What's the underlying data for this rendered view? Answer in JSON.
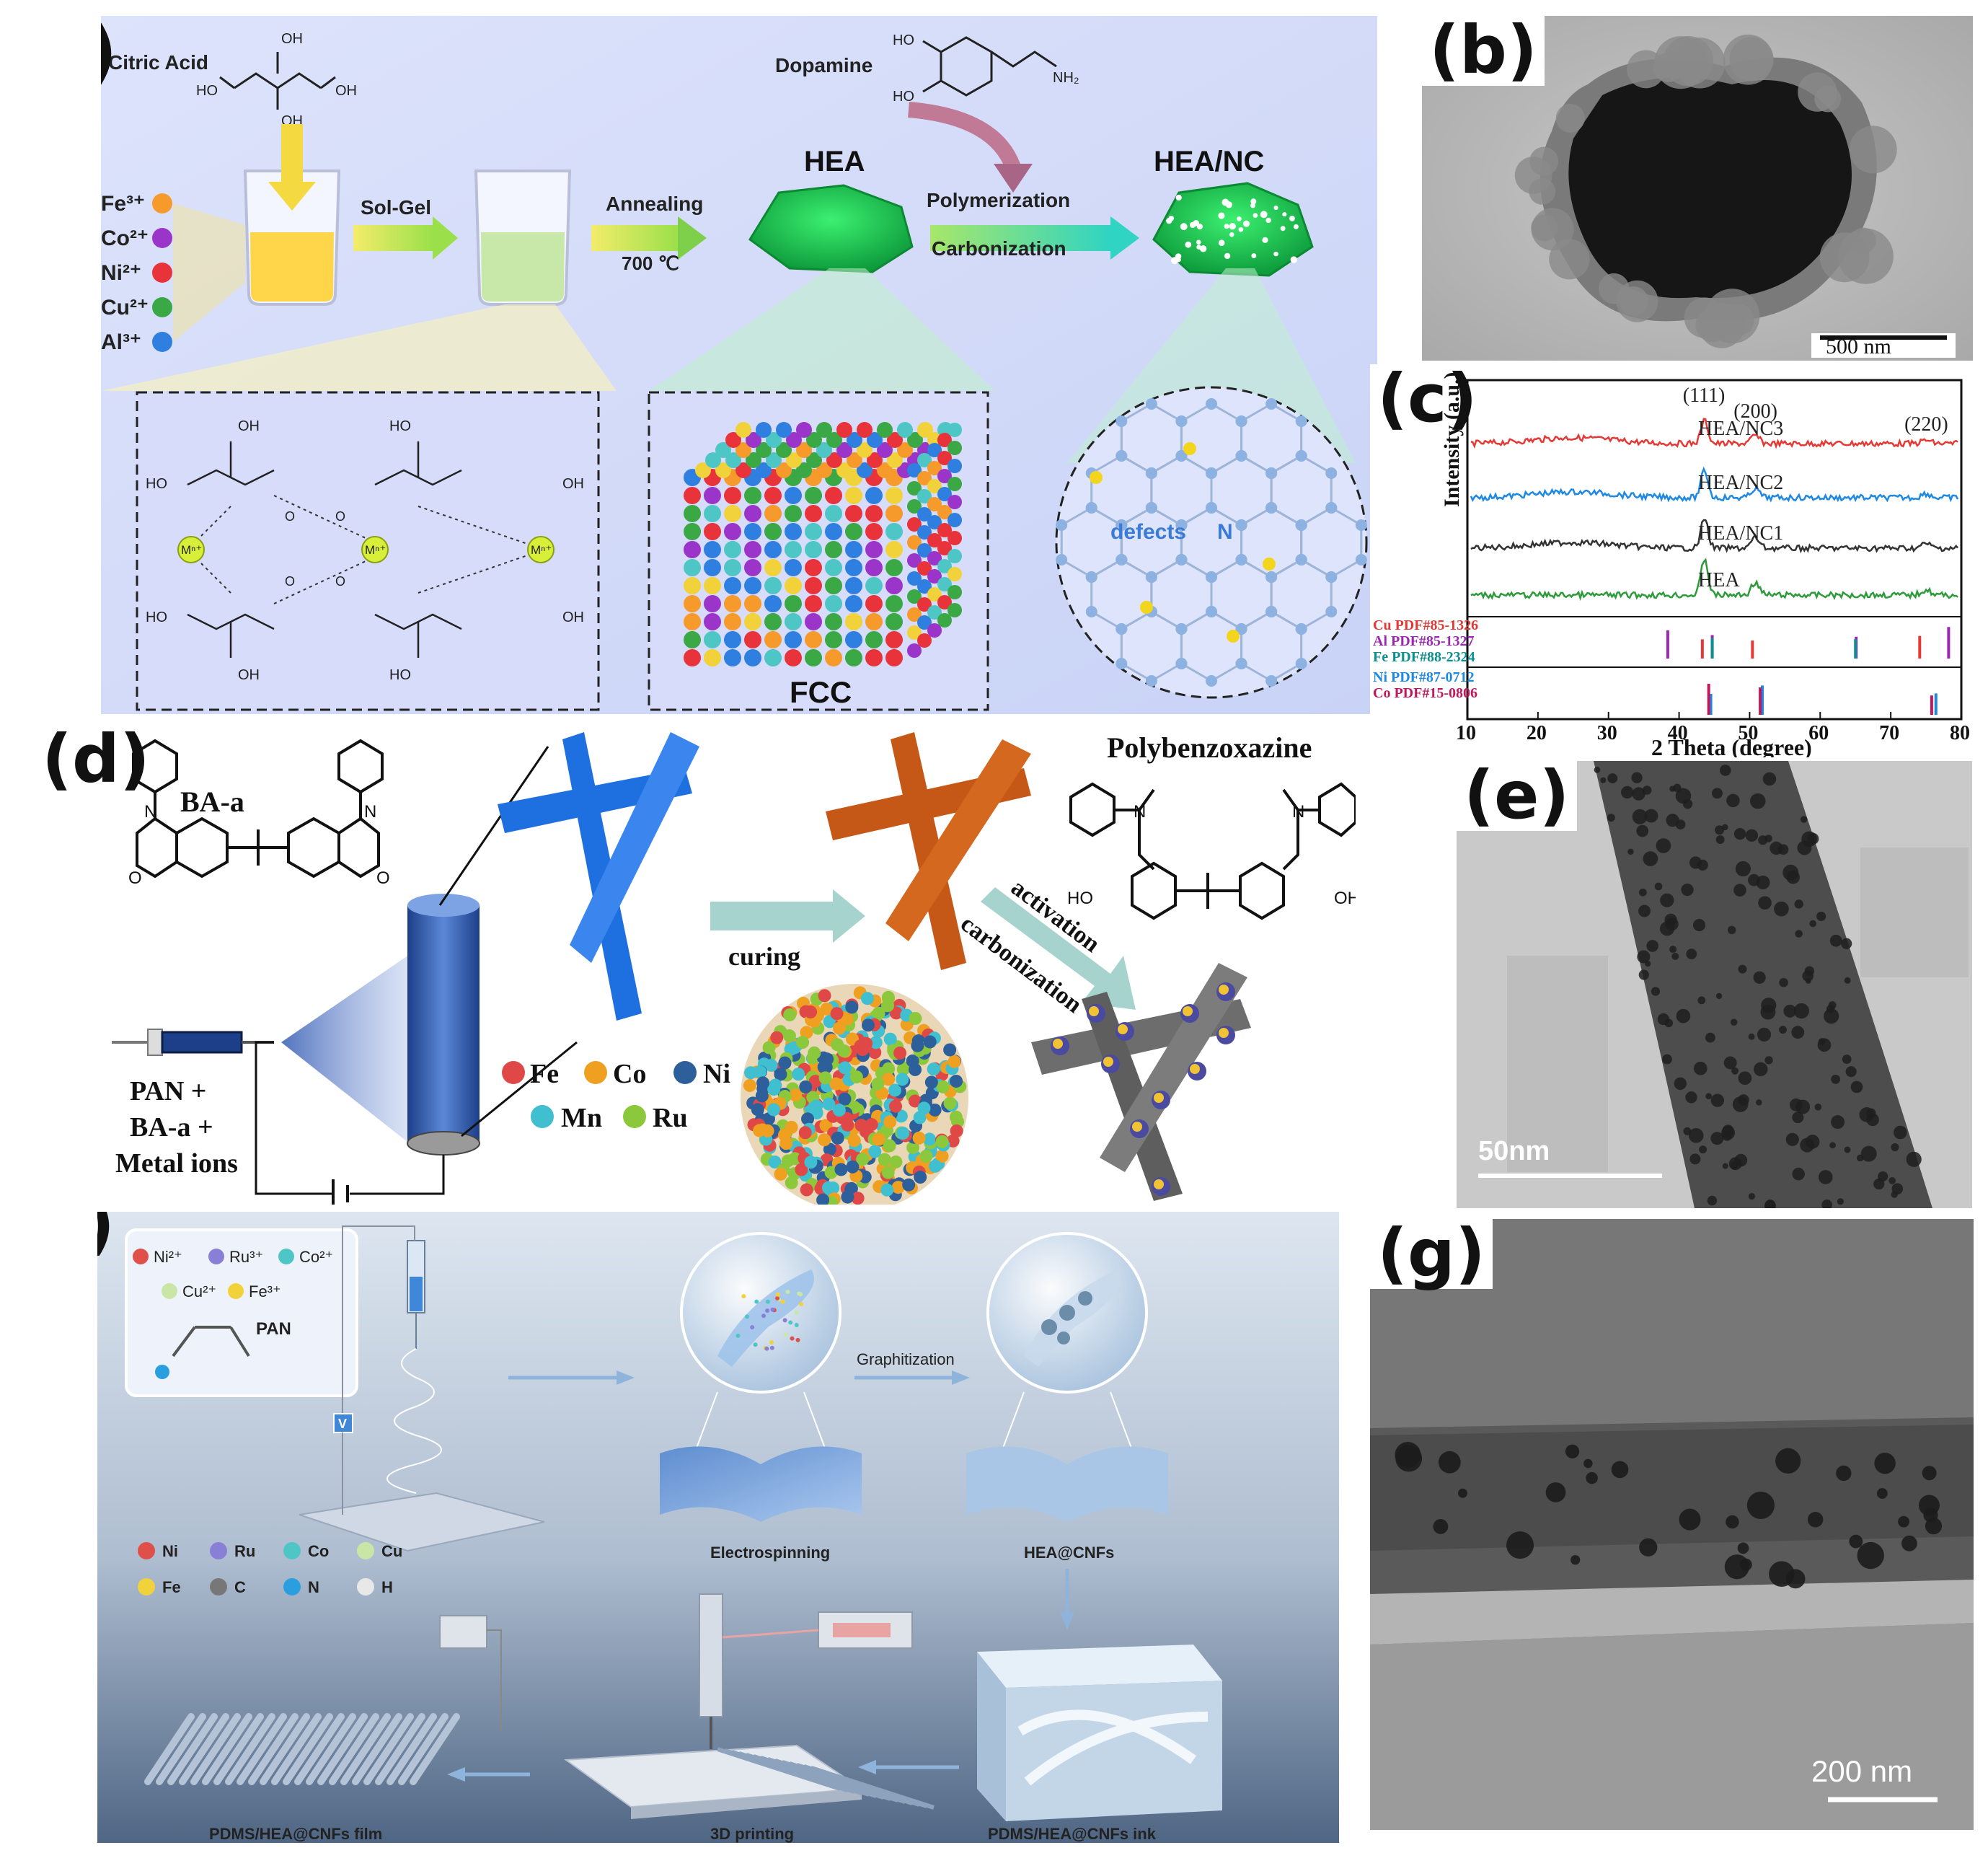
{
  "panels": {
    "a": {
      "label": "(a)",
      "citric_acid": "Citric Acid",
      "dopamine": "Dopamine",
      "ions": [
        "Fe³⁺",
        "Co²⁺",
        "Ni²⁺",
        "Cu²⁺",
        "Al³⁺"
      ],
      "ion_colors": [
        "#f59a2b",
        "#9b35c9",
        "#e8333a",
        "#3aa845",
        "#2f7fe0"
      ],
      "sol_gel": "Sol-Gel",
      "annealing": "Annealing",
      "temp": "700 ℃",
      "hea": "HEA",
      "hea_nc": "HEA/NC",
      "polymerization": "Polymerization",
      "carbonization": "Carbonization",
      "fcc": "FCC",
      "defects": "defects",
      "n_label": "N",
      "mn": "Mⁿ⁺",
      "oh": "OH",
      "ho": "HO",
      "o": "O",
      "nh2": "NH₂"
    },
    "b": {
      "label": "(b)",
      "scale": "500 nm"
    },
    "c": {
      "label": "(c)",
      "chart_data": {
        "type": "line",
        "xlabel": "2 Theta (degree)",
        "ylabel": "Intensity (a.u.)",
        "xlim": [
          10,
          80
        ],
        "xticks": [
          10,
          20,
          30,
          40,
          50,
          60,
          70,
          80
        ],
        "peak_labels": [
          {
            "text": "(111)",
            "x": 43.6
          },
          {
            "text": "(200)",
            "x": 50.8
          },
          {
            "text": "(220)",
            "x": 75.0
          }
        ],
        "series": [
          {
            "name": "HEA/NC3",
            "color": "#e53935"
          },
          {
            "name": "HEA/NC2",
            "color": "#1e88e5"
          },
          {
            "name": "HEA/NC1",
            "color": "#333333"
          },
          {
            "name": "HEA",
            "color": "#2e9b3b"
          }
        ],
        "references": [
          {
            "name": "Cu PDF#85-1326",
            "color": "#e53935",
            "positions": [
              43.3,
              50.4,
              74.1
            ]
          },
          {
            "name": "Al PDF#85-1327",
            "color": "#9c27b0",
            "positions": [
              38.4,
              44.7,
              65.1,
              78.2
            ]
          },
          {
            "name": "Fe PDF#88-2324",
            "color": "#0b8f8f",
            "positions": [
              44.7,
              65.0
            ]
          },
          {
            "name": "Ni PDF#87-0712",
            "color": "#1e88e5",
            "positions": [
              44.5,
              51.8,
              76.4
            ]
          },
          {
            "name": "Co PDF#15-0806",
            "color": "#c2185b",
            "positions": [
              44.2,
              51.5,
              75.8
            ]
          }
        ]
      }
    },
    "d": {
      "label": "(d)",
      "ba_a": "BA-a",
      "polybenzoxazine": "Polybenzoxazine",
      "curing": "curing",
      "activation": "activation",
      "carbonization": "carbonization",
      "pan_line1": "PAN +",
      "pan_line2": "BA-a +",
      "pan_line3": "Metal ions",
      "elements": [
        "Fe",
        "Co",
        "Ni",
        "Mn",
        "Ru"
      ],
      "element_colors": [
        "#e04848",
        "#f0a020",
        "#2d5f9a",
        "#3fbfcf",
        "#8cc83c"
      ],
      "ho": "HO",
      "oh": "OH"
    },
    "e": {
      "label": "(e)",
      "scale": "50nm"
    },
    "f": {
      "label": "(f)",
      "ions": [
        "Ni²⁺",
        "Ru³⁺",
        "Co²⁺",
        "Cu²⁺",
        "Fe³⁺"
      ],
      "ion_colors": [
        "#e0504a",
        "#8a7fd6",
        "#4fc6c6",
        "#c9e6a6",
        "#f2d23a"
      ],
      "pan": "PAN",
      "voltage": "V",
      "graphitization": "Graphitization",
      "electrospinning": "Electrospinning",
      "hea_cnfs": "HEA@CNFs",
      "legend": [
        "Ni",
        "Ru",
        "Co",
        "Cu",
        "Fe",
        "C",
        "N",
        "H"
      ],
      "legend_colors": [
        "#e0504a",
        "#8a7fd6",
        "#4fc6c6",
        "#c9e6a6",
        "#f2d23a",
        "#777777",
        "#2a9fe0",
        "#e8e8e8"
      ],
      "printing": "3D printing",
      "film": "PDMS/HEA@CNFs film",
      "ink": "PDMS/HEA@CNFs ink"
    },
    "g": {
      "label": "(g)",
      "scale": "200 nm"
    }
  }
}
